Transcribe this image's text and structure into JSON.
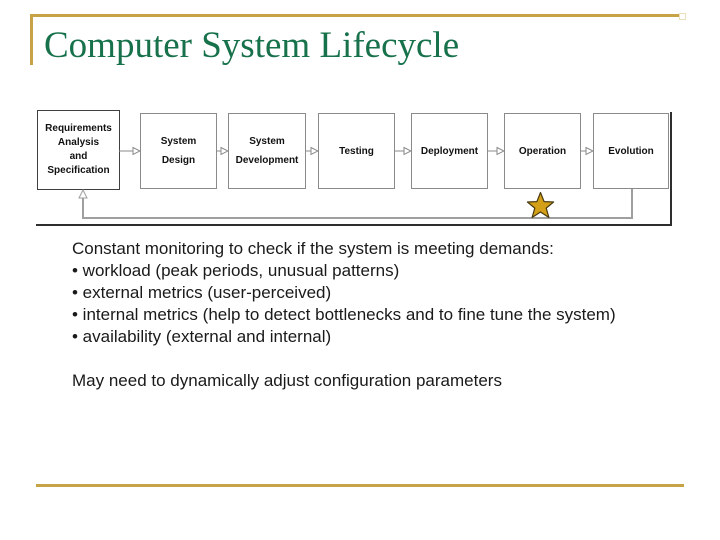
{
  "slide": {
    "title": "Computer System Lifecycle"
  },
  "colors": {
    "accent_gold": "#C6A347",
    "title_green": "#17714B",
    "star_gold": "#D4A017",
    "box_border_gray": "#8a8a8a",
    "feedback_line_gray": "#9f9f9f",
    "frame_dark": "#2e2e2e"
  },
  "flowchart": {
    "boxes": [
      {
        "label": "Requirements\nAnalysis\nand\nSpecification"
      },
      {
        "label": "System\nDesign"
      },
      {
        "label": "System\nDevelopment"
      },
      {
        "label": "Testing"
      },
      {
        "label": "Deployment"
      },
      {
        "label": "Operation"
      },
      {
        "label": "Evolution"
      }
    ],
    "connector_icon": "open-right-arrow",
    "feedback_arrow_icon": "open-up-arrow",
    "star_icon": "star"
  },
  "body": {
    "intro": "Constant monitoring to check if the system is meeting demands:",
    "bullets": [
      "• workload (peak periods, unusual patterns)",
      "• external metrics (user-perceived)",
      "• internal metrics (help to detect bottlenecks and to fine tune the system)",
      "• availability (external and internal)"
    ],
    "footer": "May need to dynamically adjust configuration parameters"
  }
}
